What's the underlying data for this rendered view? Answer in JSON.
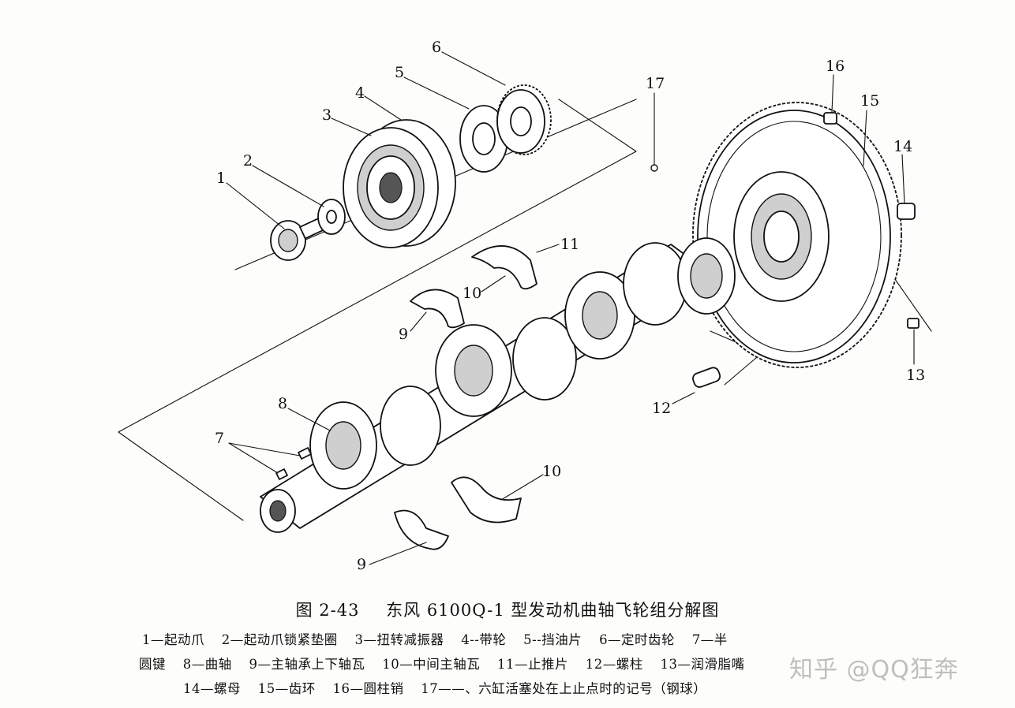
{
  "figure": {
    "callouts": {
      "c1": "1",
      "c2": "2",
      "c3": "3",
      "c4": "4",
      "c5": "5",
      "c6": "6",
      "c7": "7",
      "c8": "8",
      "c9a": "9",
      "c9b": "9",
      "c10a": "10",
      "c10b": "10",
      "c11": "11",
      "c12": "12",
      "c13": "13",
      "c14": "14",
      "c15": "15",
      "c16": "16",
      "c17": "17"
    }
  },
  "caption": {
    "number": "图 2-43",
    "title": "东风 6100Q-1 型发动机曲轴飞轮组分解图"
  },
  "legend": {
    "line1": [
      "1—起动爪",
      "2—起动爪锁紧垫圈",
      "3—扭转减振器",
      "4--带轮",
      "5--挡油片",
      "6—定时齿轮",
      "7—半"
    ],
    "line2": [
      "圆键",
      "8—曲轴",
      "9—主轴承上下轴瓦",
      "10—中间主轴瓦",
      "11—止推片",
      "12—螺柱",
      "13—润滑脂嘴"
    ],
    "line3": [
      "14—螺母",
      "15—齿环",
      "16—圆柱销",
      "17——、六缸活塞处在上止点时的记号（钢球）"
    ]
  },
  "watermark": "知乎 @QQ狂奔"
}
